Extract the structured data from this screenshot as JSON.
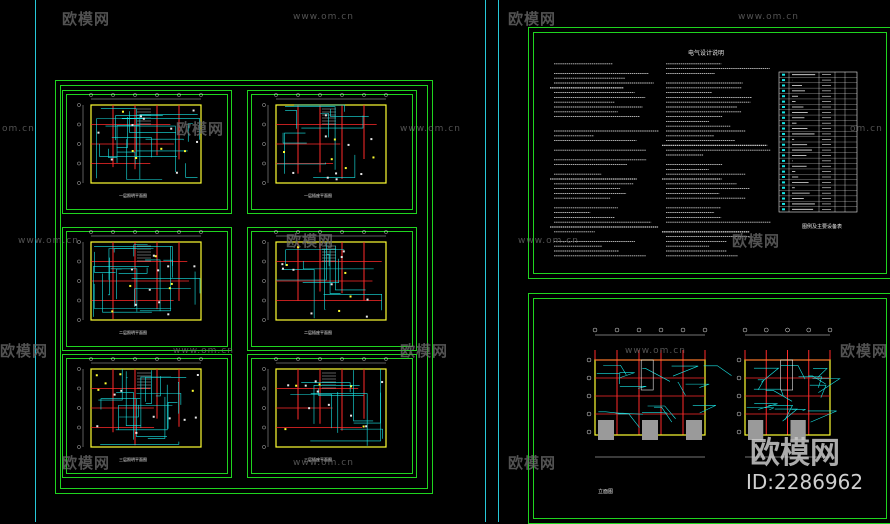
{
  "watermark": {
    "logo_text": "欧模网",
    "url_text": "www.om.cn",
    "url_short": "om.cn",
    "id_text": "ID:2286962"
  },
  "left_sheet": {
    "plans": [
      {
        "caption": "一层照明平面图"
      },
      {
        "caption": "一层插座平面图"
      },
      {
        "caption": "二层照明平面图"
      },
      {
        "caption": "二层插座平面图"
      },
      {
        "caption": "三层照明平面图"
      },
      {
        "caption": "三层插座平面图"
      }
    ]
  },
  "right_sheet": {
    "notes_title": "电气设计说明",
    "table_caption": "图例及主要设备表",
    "elevation_caption": "立面图"
  },
  "colors": {
    "sheet_border": "#1fd41f",
    "guide_line": "#26c8d8",
    "wall": "#ff2a2a",
    "wiring": "#19e6e6",
    "outline": "#ffff33",
    "text": "#e8e8e8",
    "watermark": "#6e6e6e"
  }
}
